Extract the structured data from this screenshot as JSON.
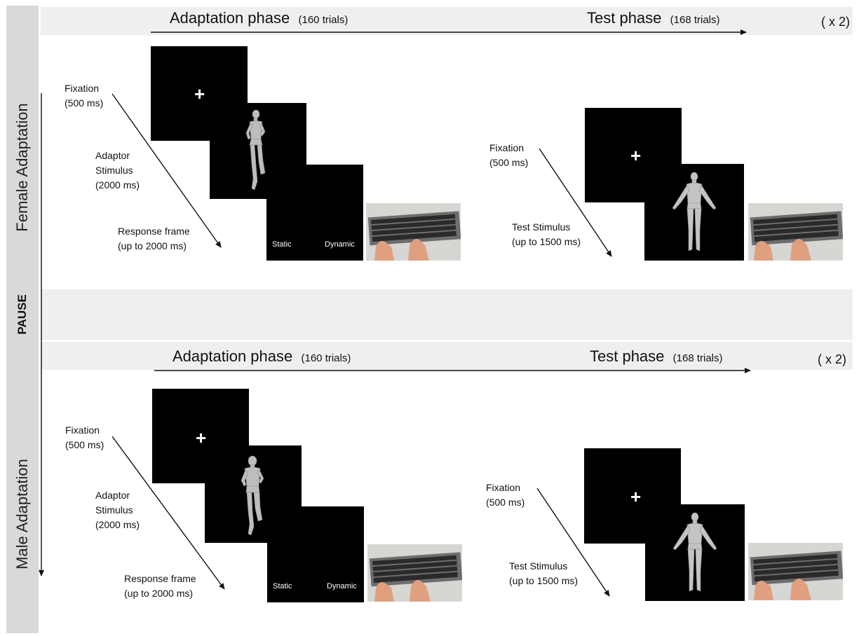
{
  "side": {
    "female": "Female Adaptation",
    "pause": "PAUSE",
    "male": "Male Adaptation"
  },
  "blocks": [
    {
      "adaptation_phase": "Adaptation phase",
      "adaptation_trials": "(160 trials)",
      "test_phase": "Test phase",
      "test_trials": "(168 trials)",
      "repeat": "( x 2)",
      "adaptation_labels": {
        "fixation": "Fixation",
        "fixation_time": "(500 ms)",
        "adaptor": "Adaptor",
        "adaptor2": "Stimulus",
        "adaptor_time": "(2000 ms)",
        "response": "Response frame",
        "response_time": "(up to 2000 ms)"
      },
      "response_options": {
        "static": "Static",
        "dynamic": "Dynamic"
      },
      "test_labels": {
        "fixation": "Fixation",
        "fixation_time": "(500 ms)",
        "test": "Test Stimulus",
        "test_time": "(up to 1500 ms)"
      }
    },
    {
      "adaptation_phase": "Adaptation phase",
      "adaptation_trials": "(160 trials)",
      "test_phase": "Test phase",
      "test_trials": "(168 trials)",
      "repeat": "( x 2)",
      "adaptation_labels": {
        "fixation": "Fixation",
        "fixation_time": "(500 ms)",
        "adaptor": "Adaptor",
        "adaptor2": "Stimulus",
        "adaptor_time": "(2000 ms)",
        "response": "Response frame",
        "response_time": "(up to 2000 ms)"
      },
      "response_options": {
        "static": "Static",
        "dynamic": "Dynamic"
      },
      "test_labels": {
        "fixation": "Fixation",
        "fixation_time": "(500 ms)",
        "test": "Test Stimulus",
        "test_time": "(up to 1500 ms)"
      }
    }
  ],
  "symbols": {
    "fixation_cross": "+"
  },
  "colors": {
    "sidebar": "#d9d9d9",
    "band": "#efefef",
    "screen": "#000000",
    "skin": "#e0a080"
  },
  "icons": [
    "fixation-cross-icon",
    "running-figure-icon",
    "standing-figure-icon",
    "keyboard-hands-icon",
    "timeline-arrow-icon"
  ]
}
